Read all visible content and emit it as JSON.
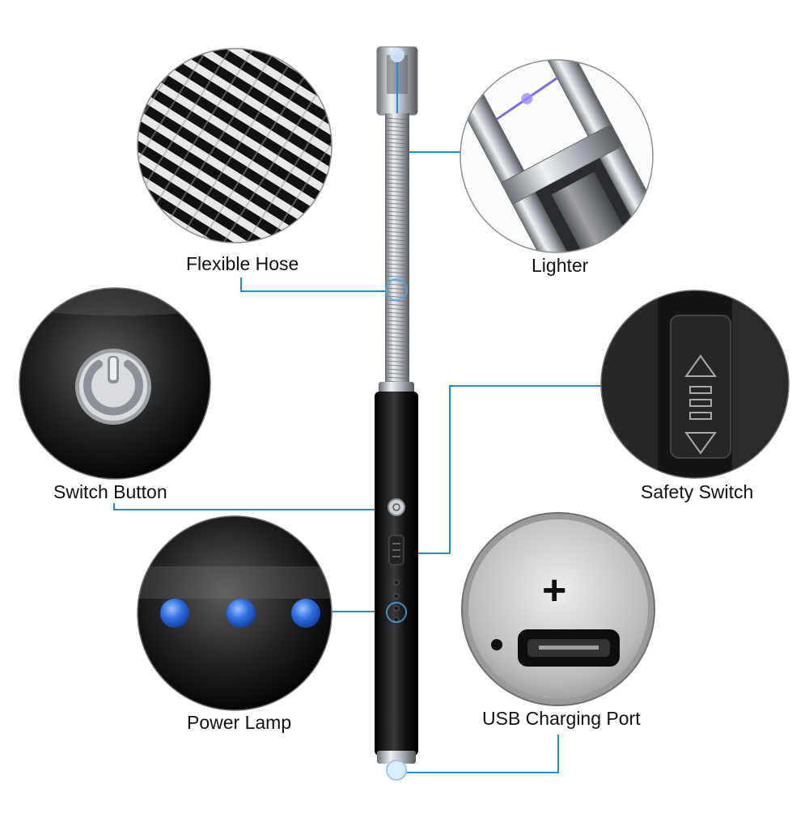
{
  "labels": {
    "flexible_hose": "Flexible Hose",
    "lighter": "Lighter",
    "switch_button": "Switch Button",
    "safety_switch": "Safety Switch",
    "power_lamp": "Power Lamp",
    "usb_charging_port": "USB Charging Port"
  },
  "usb_port": {
    "polarity_symbol": "+"
  },
  "colors": {
    "callout_line": "#1a8fd6",
    "lamp_blue": "#2f6fe0",
    "body_black": "#0d0d0d",
    "steel": "#c8ccd2"
  },
  "icons": [
    "power-icon",
    "safety-switch-arrows-icon",
    "plus-icon",
    "micro-usb-port-icon"
  ]
}
